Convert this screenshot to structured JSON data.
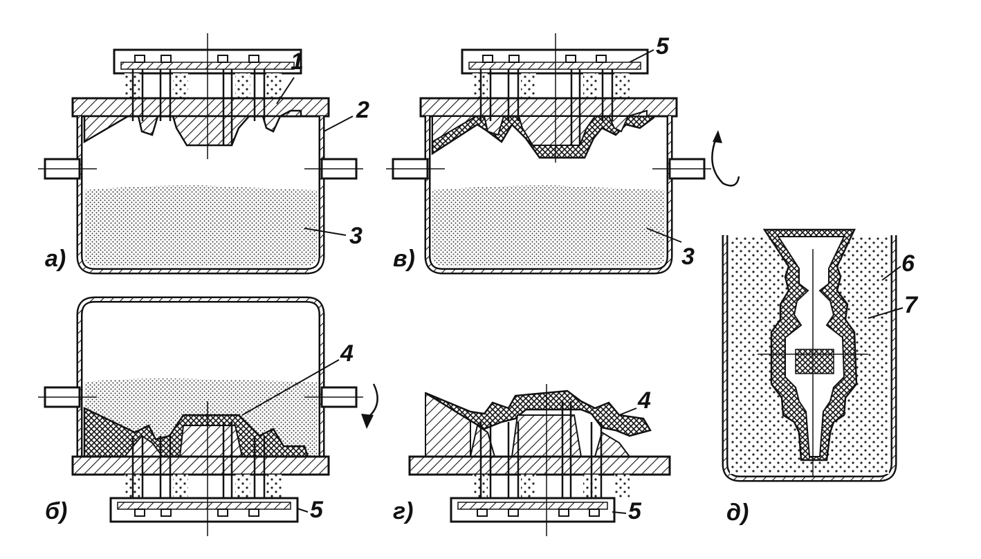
{
  "figure": {
    "panels": {
      "a": {
        "caption": "а)",
        "labels": [
          "1",
          "2",
          "3"
        ]
      },
      "b": {
        "caption": "б)",
        "labels": [
          "4",
          "5"
        ]
      },
      "v": {
        "caption": "в)",
        "labels": [
          "5",
          "3"
        ]
      },
      "g": {
        "caption": "г)",
        "labels": [
          "4",
          "5"
        ]
      },
      "d": {
        "caption": "д)",
        "labels": [
          "6",
          "7"
        ]
      }
    },
    "colors": {
      "ink": "#111111",
      "paper": "#ffffff",
      "sand": "#d9d9d9"
    }
  }
}
